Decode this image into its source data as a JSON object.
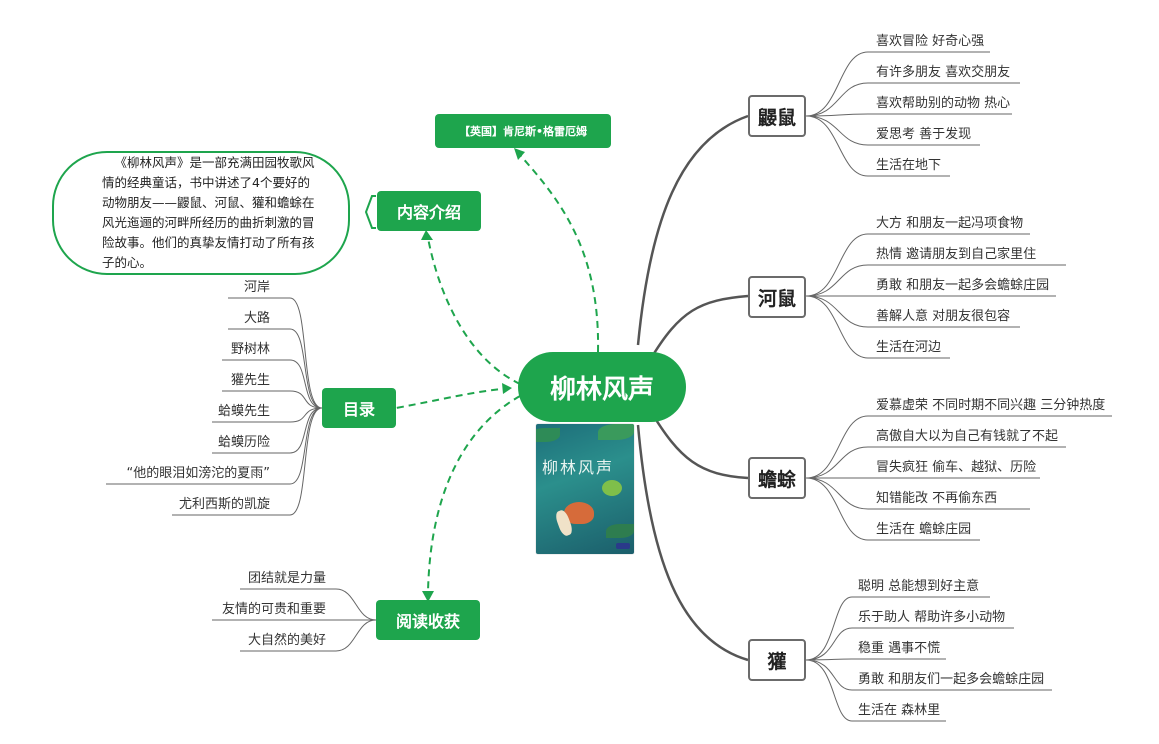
{
  "central": {
    "title": "柳林风声"
  },
  "author": {
    "label": "【英国】肯尼斯•格雷厄姆"
  },
  "intro": {
    "label": "内容介绍",
    "text": "《柳林风声》是一部充满田园牧歌风情的经典童话，书中讲述了4个要好的动物朋友——鼹鼠、河鼠、獾和蟾蜍在风光迤逦的河畔所经历的曲折刺激的冒险故事。他们的真挚友情打动了所有孩子的心。"
  },
  "toc": {
    "label": "目录",
    "items": [
      "河岸",
      "大路",
      "野树林",
      "獾先生",
      "蛤蟆先生",
      "蛤蟆历险",
      "“他的眼泪如滂沱的夏雨”",
      "尤利西斯的凯旋"
    ]
  },
  "gains": {
    "label": "阅读收获",
    "items": [
      "团结就是力量",
      "友情的可贵和重要",
      "大自然的美好"
    ]
  },
  "cover": {
    "title": "柳林风声"
  },
  "characters": [
    {
      "name": "鼹鼠",
      "traits": [
        "喜欢冒险 好奇心强",
        "有许多朋友 喜欢交朋友",
        "喜欢帮助别的动物 热心",
        "爱思考 善于发现",
        "生活在地下"
      ]
    },
    {
      "name": "河鼠",
      "traits": [
        "大方 和朋友一起冯项食物",
        "热情 邀请朋友到自己家里住",
        "勇敢 和朋友一起多会蟾蜍庄园",
        "善解人意 对朋友很包容",
        "生活在河边"
      ]
    },
    {
      "name": "蟾蜍",
      "traits": [
        "爱慕虚荣 不同时期不同兴趣 三分钟热度",
        "高傲自大以为自己有钱就了不起",
        "冒失疯狂 偷车、越狱、历险",
        "知错能改 不再偷东西",
        "生活在 蟾蜍庄园"
      ]
    },
    {
      "name": "獾",
      "traits": [
        "聪明 总能想到好主意",
        "乐于助人 帮助许多小动物",
        "稳重 遇事不慌",
        "勇敢 和朋友们一起多会蟾蜍庄园",
        "生活在 森林里"
      ]
    }
  ],
  "colors": {
    "accent": "#1ea54d",
    "line": "#555555",
    "char_border": "#6b6b6b"
  }
}
